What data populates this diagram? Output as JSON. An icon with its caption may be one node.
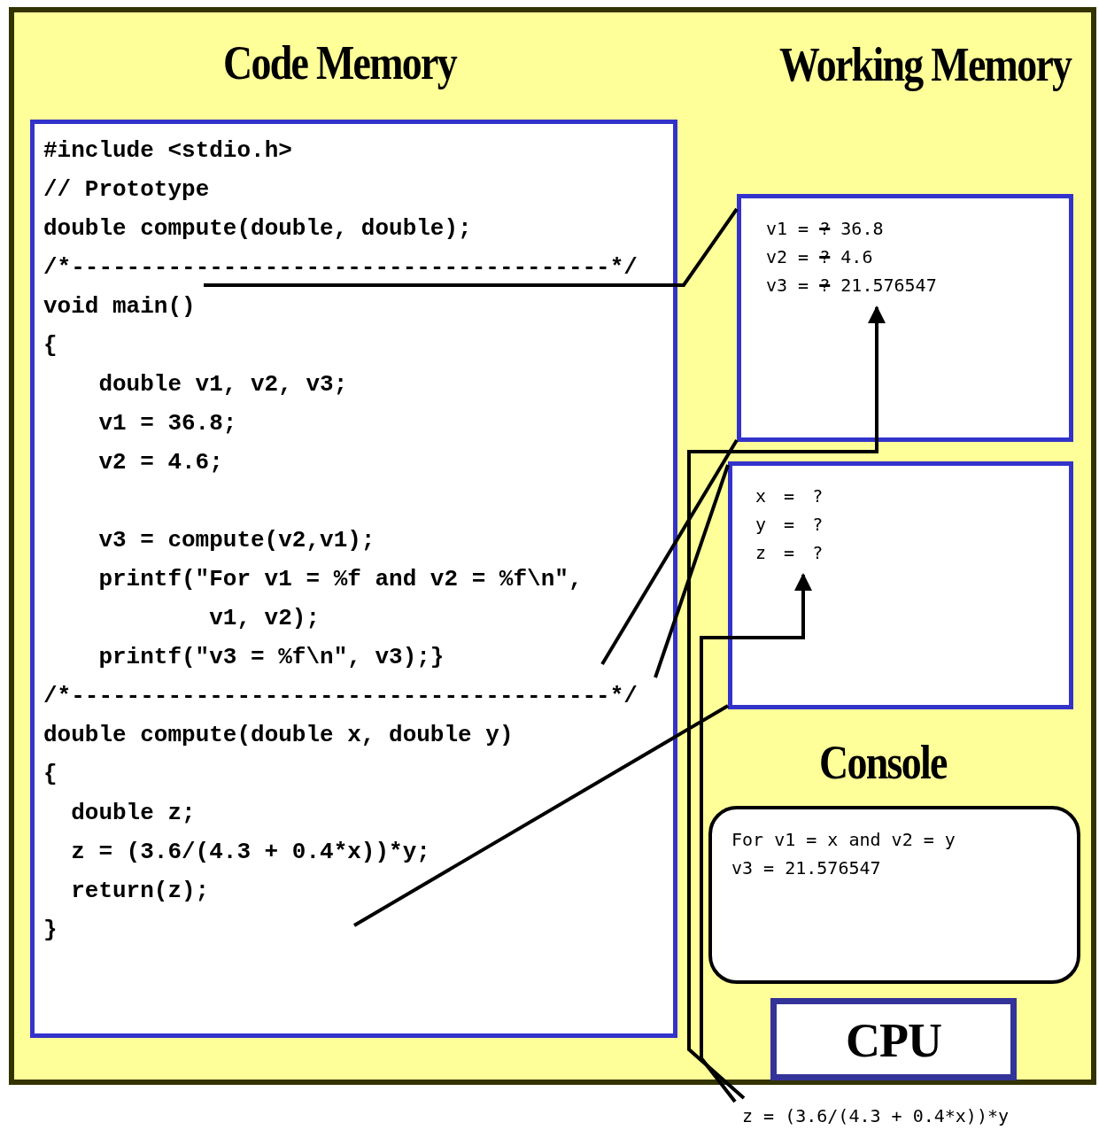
{
  "diagram": {
    "nodes": [
      {
        "text": [
          "Code Memory",
          "#include <stdio.h>",
          "// Prototype",
          "double compute(double, double);",
          "/*---------------------------------------*/",
          "void main()",
          "{",
          "double v1, v2, v3;",
          "v1 = 36.8;",
          "v2 = 4.6;",
          "v3 = compute(v2,v1);",
          "printf(\"For v1 = %f and v2 = %f\\n\",",
          "v1, v2);",
          "printf(\"v3 = %f\\n\", v3);}",
          "/*---------------------------------------*/",
          "double compute(double x, double y)",
          "{",
          "double z;",
          "z = (3.6/(4.3 + 0.4*x))*y;",
          "return(z);",
          "}"
        ]
      },
      {
        "text": [
          "v1 = ? 36.8",
          "v2 = ? 4.6",
          "v3 = ? 21.576547"
        ]
      },
      {
        "text": [
          "x = ?",
          "y = ?",
          "z = ?"
        ]
      },
      {
        "text": [
          "Console",
          "For v1 = x and v2 = y",
          "v3 = 21.576547"
        ]
      },
      {
        "text": [
          "CPU"
        ]
      },
      {
        "text": [
          "z = (3.6/(4.3 + 0.4*x))*y"
        ]
      }
    ],
    "edges": [
      {
        "from": 0,
        "to": 1,
        "arrow": "none"
      },
      {
        "from": 0,
        "to": 1,
        "arrow": "none"
      },
      {
        "from": 0,
        "to": 2,
        "arrow": "none"
      },
      {
        "from": 0,
        "to": 2,
        "arrow": "none"
      },
      {
        "from": 5,
        "to": 2,
        "arrow": "to"
      },
      {
        "from": 5,
        "to": 1,
        "arrow": "to"
      }
    ],
    "labels": [
      "Working Memory"
    ]
  }
}
